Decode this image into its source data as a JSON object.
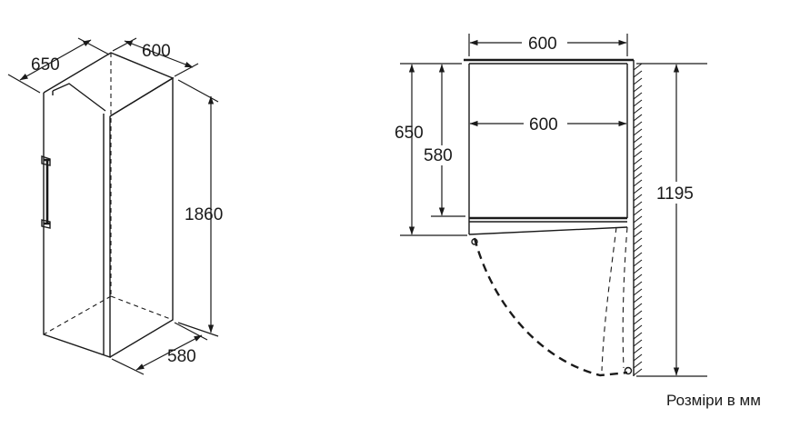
{
  "perspective_view": {
    "depth_label": "650",
    "width_label": "600",
    "height_label": "1860",
    "bottom_depth_label": "580"
  },
  "plan_view": {
    "top_width_label": "600",
    "inner_width_label": "600",
    "depth_label": "650",
    "inner_depth_label": "580",
    "door_swing_depth_label": "1195"
  },
  "note": {
    "units_text": "Розміри в мм"
  }
}
